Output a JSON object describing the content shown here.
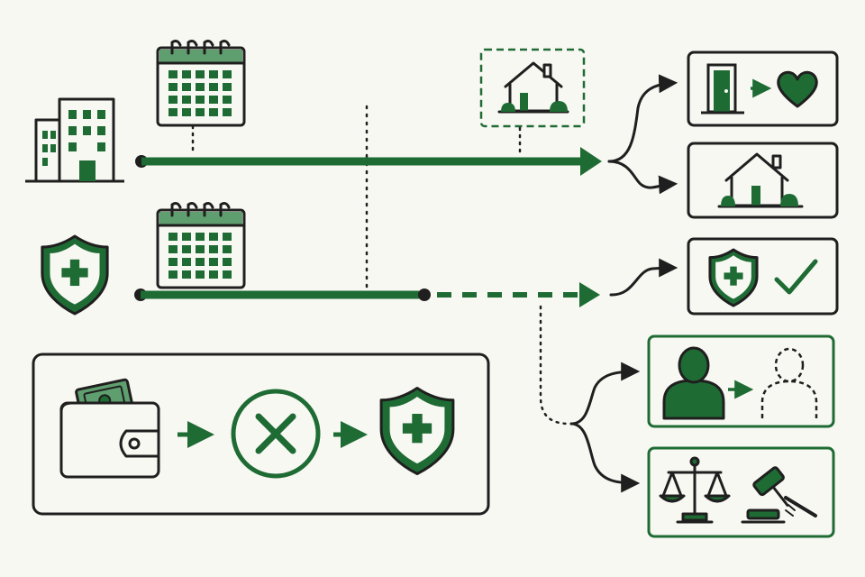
{
  "colors": {
    "background": "#f8f8f3",
    "ink": "#1f1f1f",
    "green": "#1e6b34",
    "green_light": "#5f9e6e",
    "green_fill": "#d8ead6"
  },
  "icons": {
    "building": "building-icon",
    "calendar": "calendar-icon",
    "house": "house-icon",
    "shield": "shield-plus-icon",
    "door": "door-icon",
    "heart": "heart-icon",
    "check": "checkmark-icon",
    "person": "person-icon",
    "person_outline": "dashed-person-icon",
    "scales": "scales-of-justice-icon",
    "gavel": "gavel-icon",
    "wallet": "wallet-icon",
    "cross": "x-circle-icon"
  },
  "timelines": [
    {
      "line": "solid",
      "continues": "solid",
      "outcomes": 2
    },
    {
      "line": "solid",
      "continues": "dashed",
      "outcomes": 1
    }
  ],
  "text": {}
}
